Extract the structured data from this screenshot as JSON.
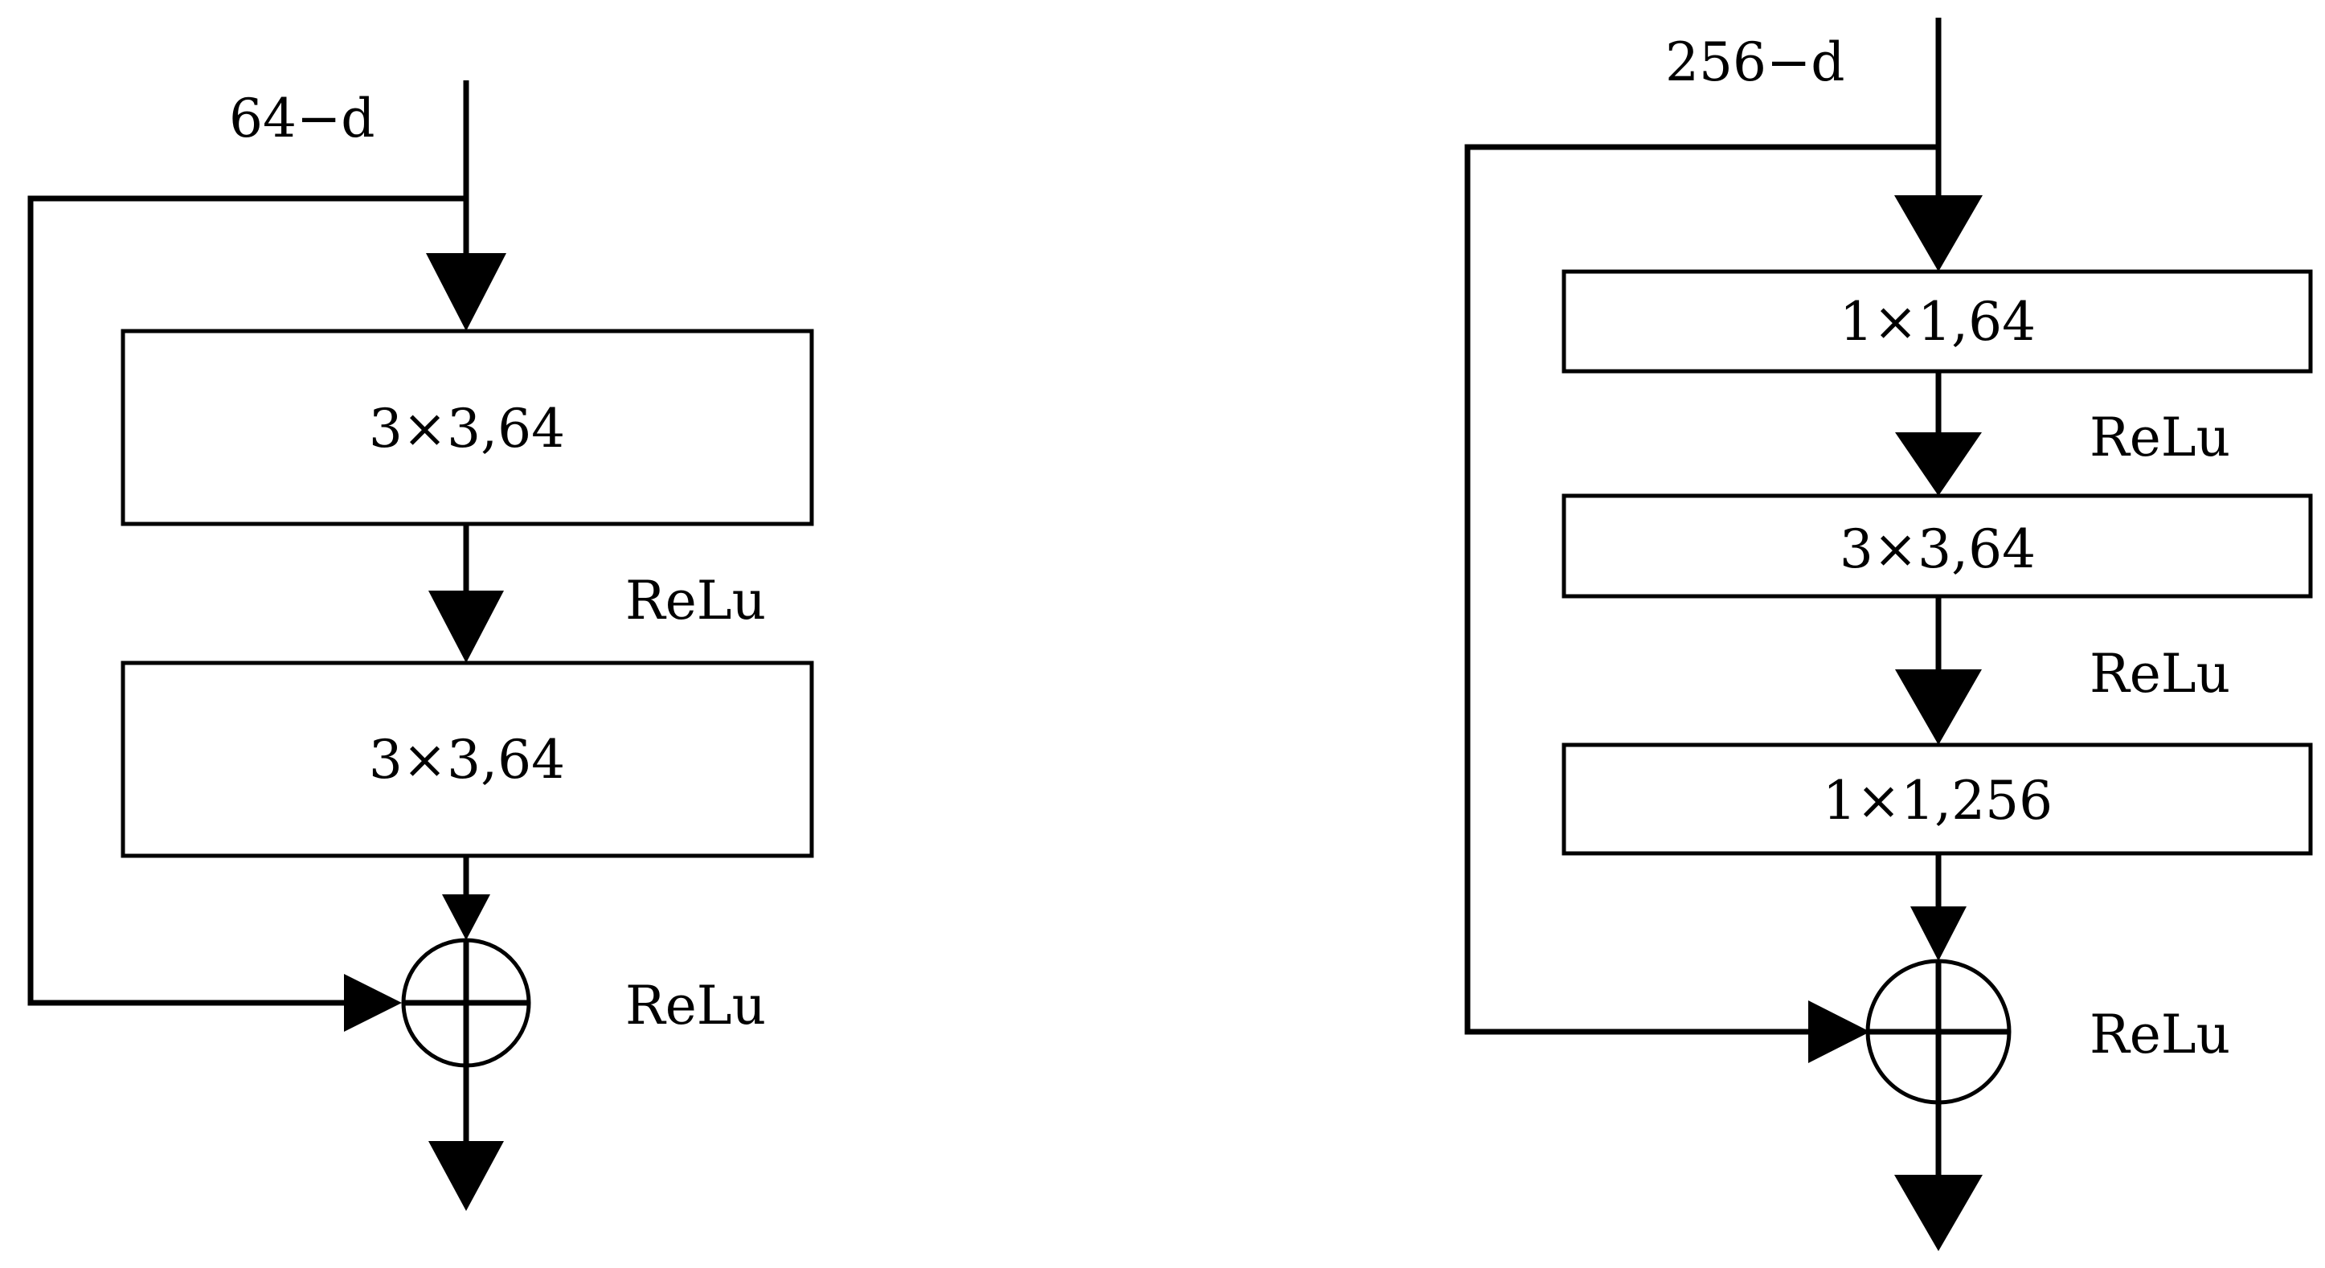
{
  "left_block": {
    "input_label": "64−d",
    "layers": [
      {
        "label": "3×3,64"
      },
      {
        "label": "3×3,64"
      }
    ],
    "relu_labels": [
      "ReLu",
      "ReLu"
    ]
  },
  "right_block": {
    "input_label": "256−d",
    "layers": [
      {
        "label": "1×1,64"
      },
      {
        "label": "3×3,64"
      },
      {
        "label": "1×1,256"
      }
    ],
    "relu_labels": [
      "ReLu",
      "ReLu",
      "ReLu"
    ]
  },
  "colors": {
    "stroke": "#000000",
    "background": "#ffffff"
  }
}
